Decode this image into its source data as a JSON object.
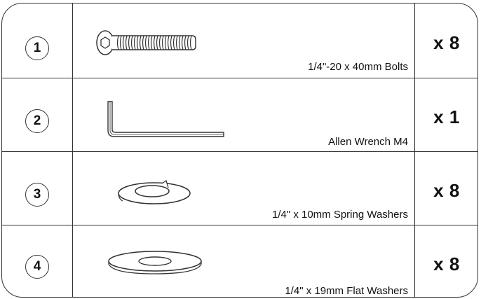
{
  "parts": [
    {
      "number": "1",
      "name": "1/4\"-20 x 40mm Bolts",
      "quantity": "x 8",
      "icon": "bolt-icon"
    },
    {
      "number": "2",
      "name": "Allen Wrench M4",
      "quantity": "x 1",
      "icon": "allen-wrench-icon"
    },
    {
      "number": "3",
      "name": "1/4\" x 10mm Spring Washers",
      "quantity": "x 8",
      "icon": "spring-washer-icon"
    },
    {
      "number": "4",
      "name": "1/4\" x 19mm Flat Washers",
      "quantity": "x 8",
      "icon": "flat-washer-icon"
    }
  ]
}
